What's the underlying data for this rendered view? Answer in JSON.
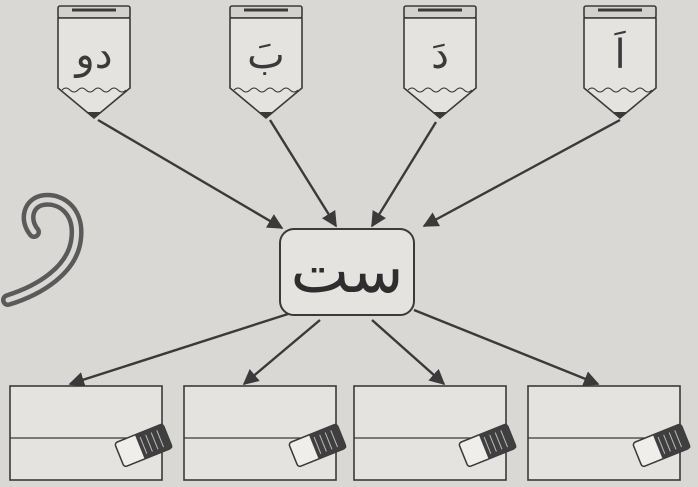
{
  "worksheet": {
    "center_syllable": "ست",
    "pencils": [
      {
        "letter": "دو"
      },
      {
        "letter": "بَ"
      },
      {
        "letter": "دَ"
      },
      {
        "letter": "اَ"
      }
    ],
    "answer_boxes": [
      {
        "value": ""
      },
      {
        "value": ""
      },
      {
        "value": ""
      },
      {
        "value": ""
      }
    ]
  },
  "colors": {
    "background": "#d9d8d4",
    "line": "#3a3a3a",
    "paper": "#e4e3df"
  }
}
